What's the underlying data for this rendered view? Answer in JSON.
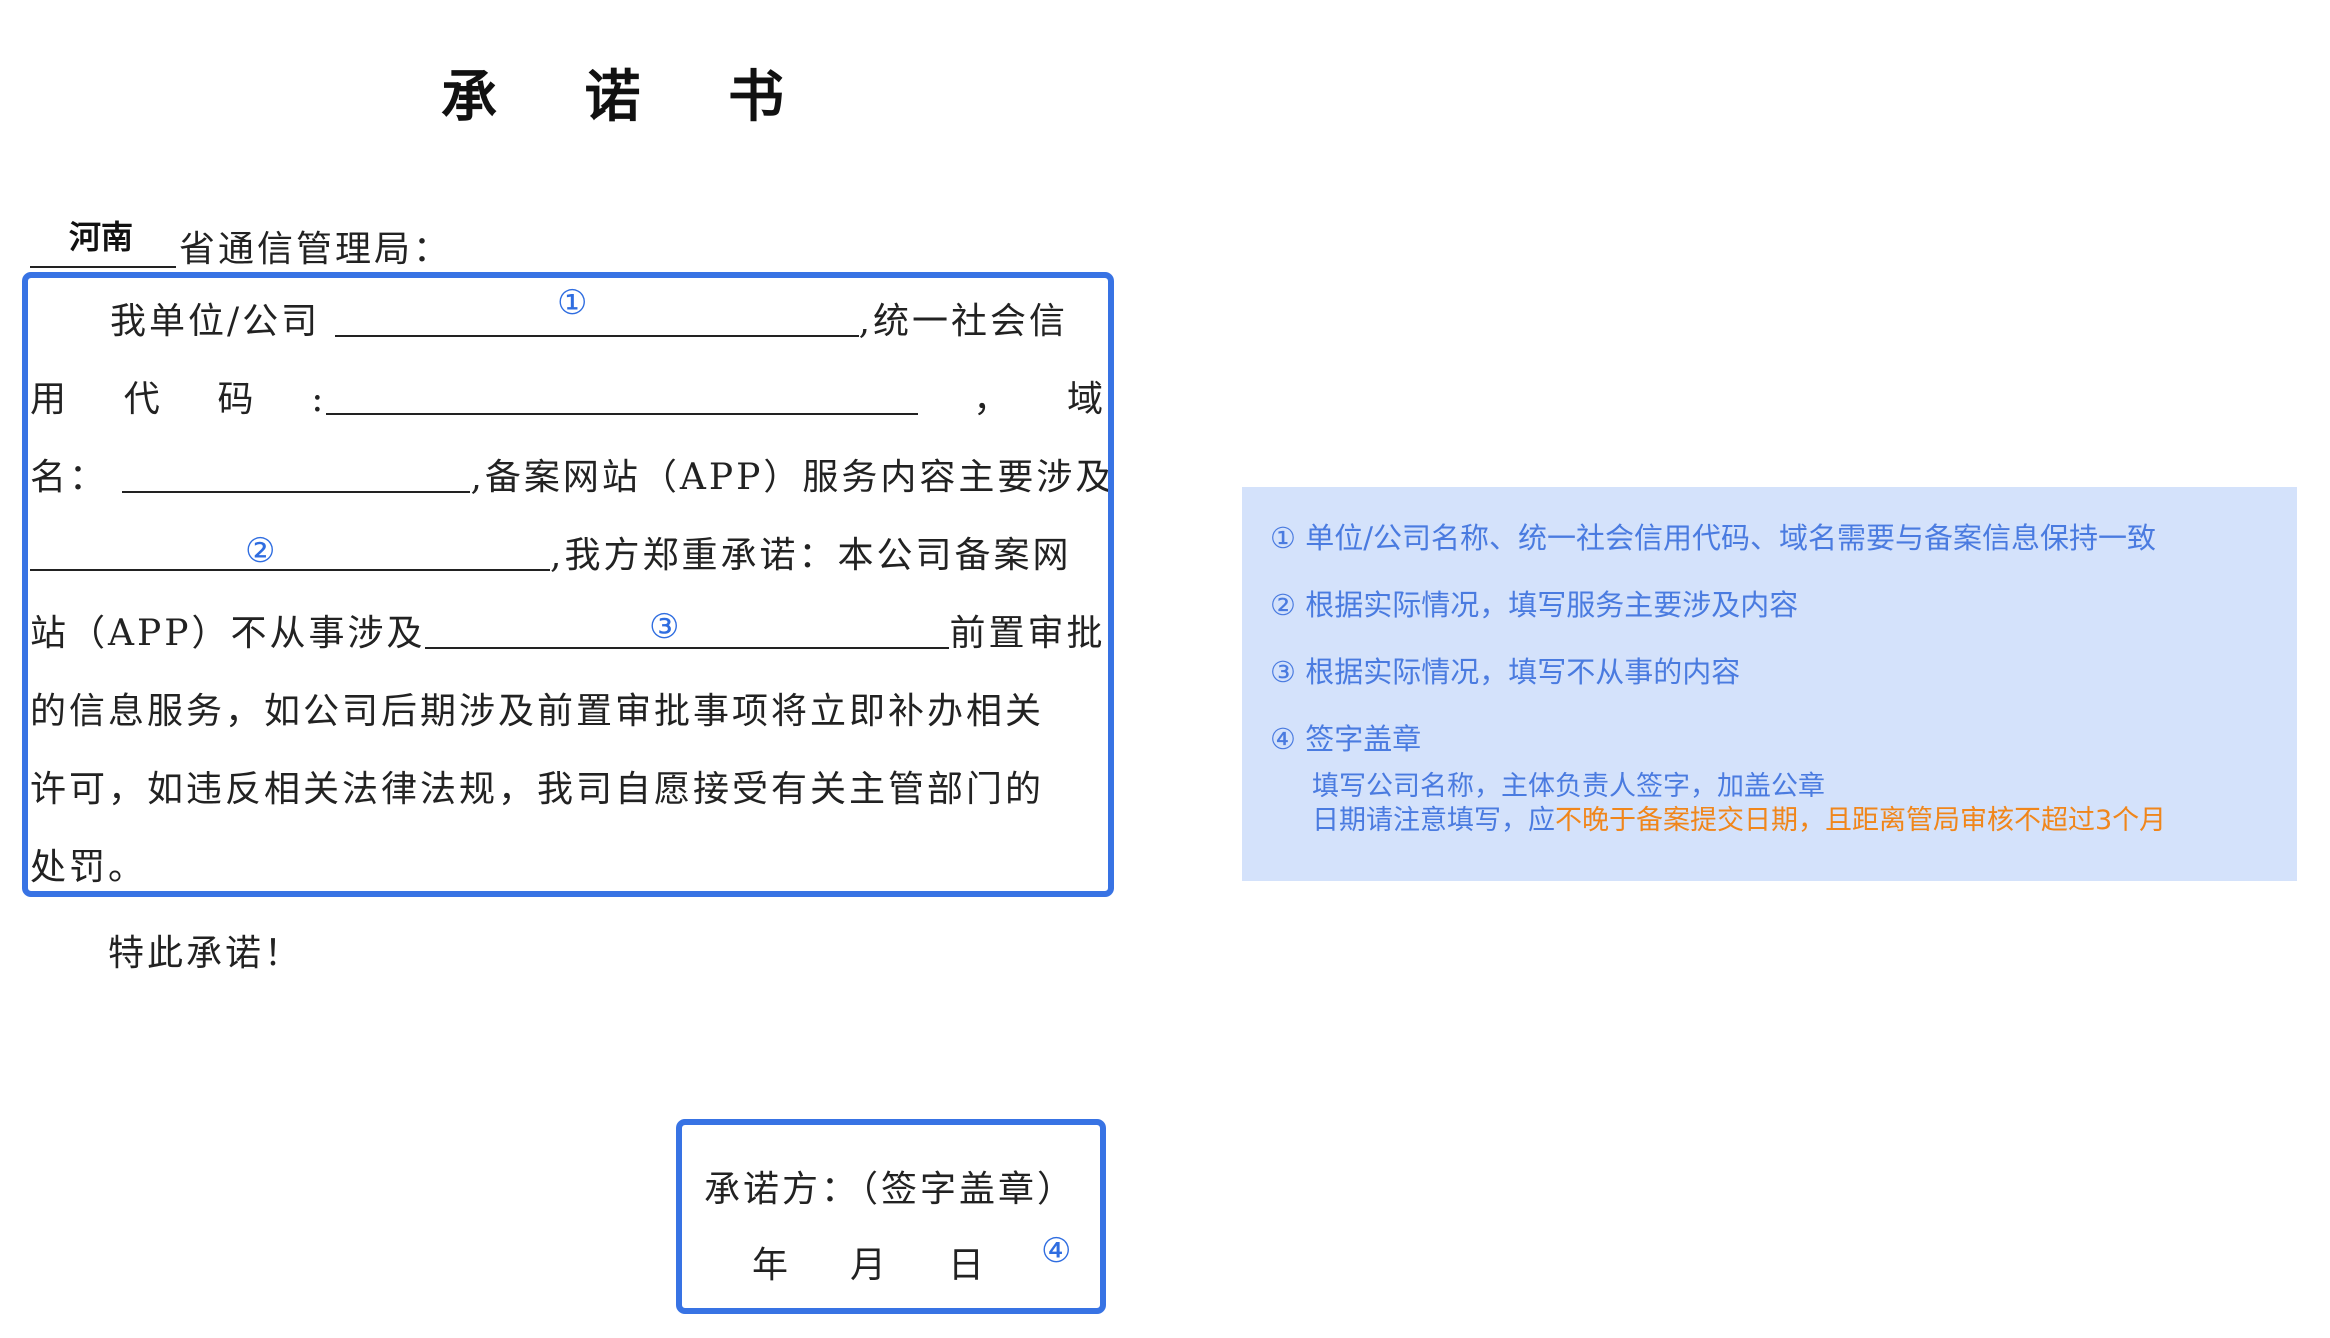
{
  "title": "承 诺 书",
  "addressee": {
    "province": "河南",
    "rest": "省通信管理局："
  },
  "body": {
    "line1_prefix": "我单位/公司",
    "line1_suffix": ",统一社会信",
    "line2_chars": [
      "用",
      "代",
      "码",
      ":"
    ],
    "line2_end_chars": [
      "，",
      "域"
    ],
    "line3_prefix": "名：",
    "line3_suffix": ",备案网站（APP）服务内容主要涉及",
    "line4_suffix": ",我方郑重承诺：本公司备案网",
    "line5_prefix": "站（APP）不从事涉及",
    "line5_suffix": "前置审批",
    "line6": "的信息服务，如公司后期涉及前置审批事项将立即补办相关",
    "line7": "许可，如违反相关法律法规，我司自愿接受有关主管部门的",
    "line8": "处罚。"
  },
  "closing": "特此承诺！",
  "signature": {
    "label": "承诺方：（签字盖章）",
    "year": "年",
    "month": "月",
    "day": "日"
  },
  "markers": {
    "m1": "①",
    "m2": "②",
    "m3": "③",
    "m4": "④"
  },
  "guide": {
    "item1": "① 单位/公司名称、统一社会信用代码、域名需要与备案信息保持一致",
    "item2": "② 根据实际情况，填写服务主要涉及内容",
    "item3": "③ 根据实际情况，填写不从事的内容",
    "item4": "④ 签字盖章",
    "sub1": "填写公司名称，主体负责人签字，加盖公章",
    "sub2_prefix": "日期请注意填写，应",
    "sub2_highlight": "不晚于备案提交日期，且距离管局审核不超过3个月"
  },
  "colors": {
    "highlight_border": "#3873e4",
    "marker": "#2f6de0",
    "guide_bg": "#d4e2fb",
    "guide_text": "#4a7be0",
    "guide_warning": "#f0861b"
  }
}
